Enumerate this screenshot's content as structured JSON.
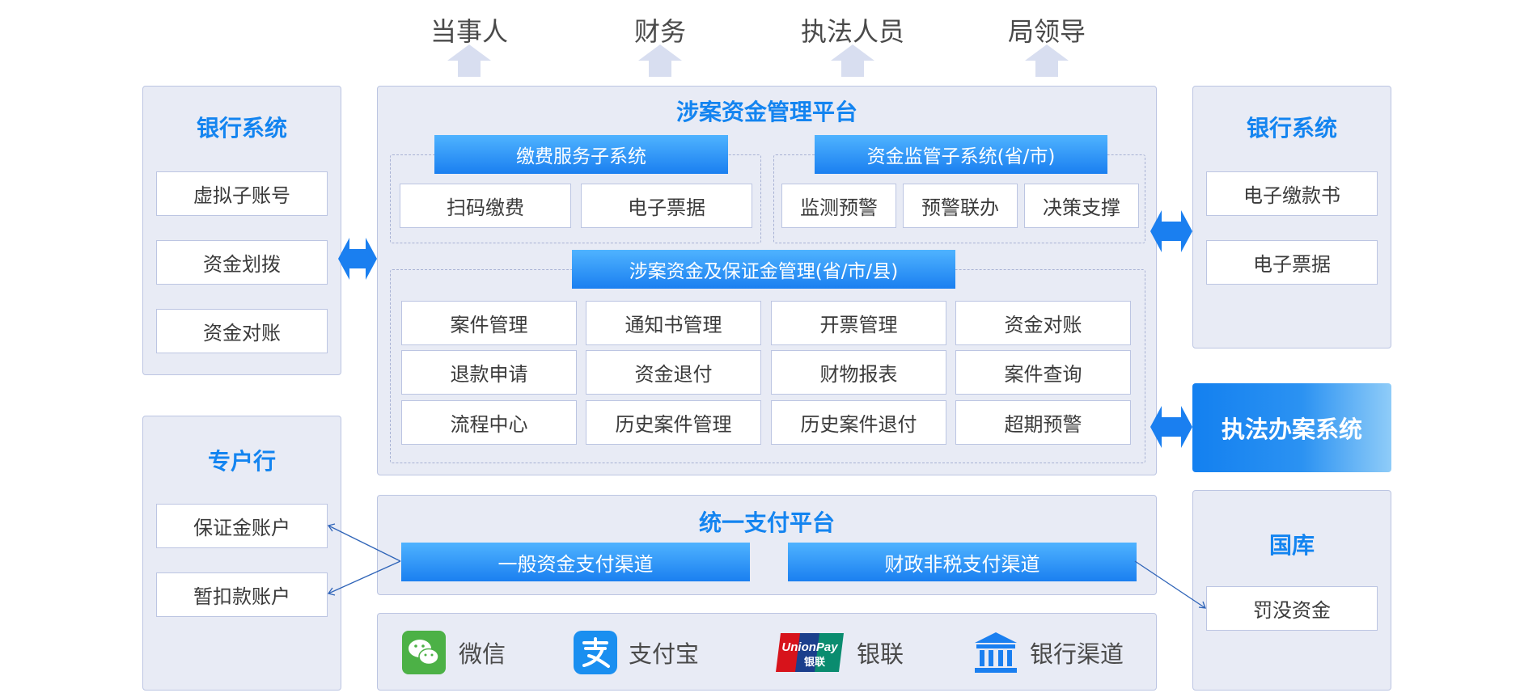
{
  "top_actors": [
    "当事人",
    "财务",
    "执法人员",
    "局领导"
  ],
  "left_bank": {
    "title": "银行系统",
    "items": [
      "虚拟子账号",
      "资金划拨",
      "资金对账"
    ]
  },
  "special_bank": {
    "title": "专户行",
    "items": [
      "保证金账户",
      "暂扣款账户"
    ]
  },
  "platform": {
    "title": "涉案资金管理平台",
    "fee_subsystem": {
      "title": "缴费服务子系统",
      "items": [
        "扫码缴费",
        "电子票据"
      ]
    },
    "supervision_subsystem": {
      "title": "资金监管子系统(省/市)",
      "items": [
        "监测预警",
        "预警联办",
        "决策支撑"
      ]
    },
    "management": {
      "title": "涉案资金及保证金管理(省/市/县)",
      "items": [
        "案件管理",
        "通知书管理",
        "开票管理",
        "资金对账",
        "退款申请",
        "资金退付",
        "财物报表",
        "案件查询",
        "流程中心",
        "历史案件管理",
        "历史案件退付",
        "超期预警"
      ]
    }
  },
  "payment_platform": {
    "title": "统一支付平台",
    "channels": [
      "一般资金支付渠道",
      "财政非税支付渠道"
    ]
  },
  "payment_methods": [
    "微信",
    "支付宝",
    "银联",
    "银行渠道"
  ],
  "unionpay_logo_text": [
    "UnionPay",
    "银联"
  ],
  "right_bank": {
    "title": "银行系统",
    "items": [
      "电子缴款书",
      "电子票据"
    ]
  },
  "law_system": {
    "title": "执法办案系统"
  },
  "treasury": {
    "title": "国库",
    "items": [
      "罚没资金"
    ]
  },
  "colors": {
    "accent": "#1384f0",
    "panel_bg": "#e8ebf5",
    "panel_border": "#bcc5e2",
    "arrow_top": "#d8def0"
  }
}
